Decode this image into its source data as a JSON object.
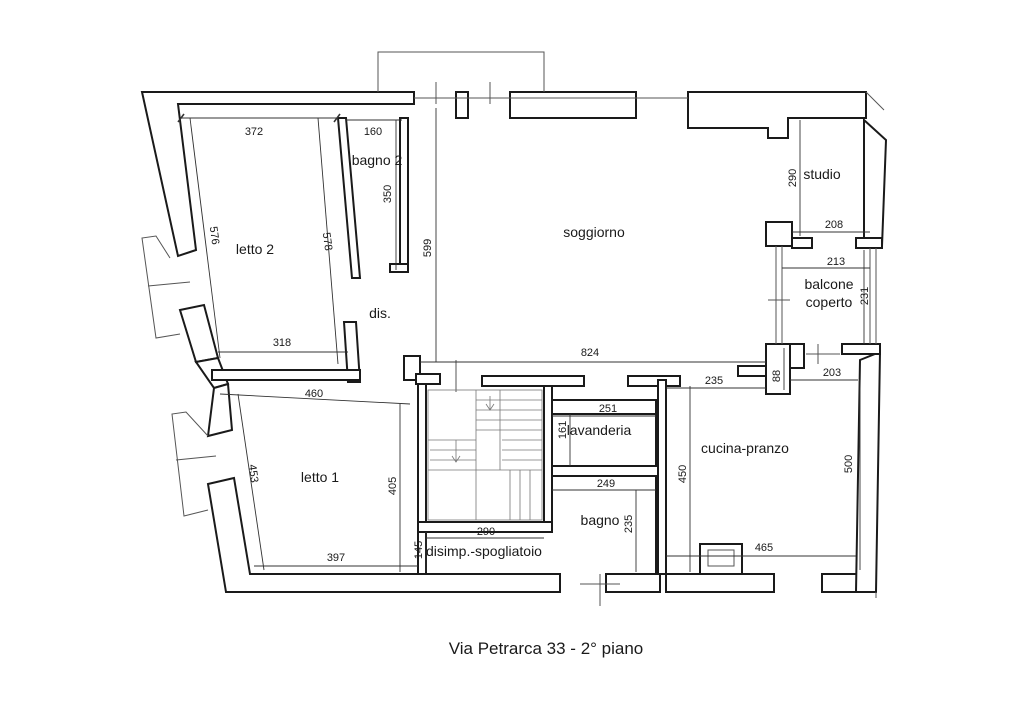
{
  "caption": "Via Petrarca 33 - 2° piano",
  "rooms": {
    "letto2": "letto 2",
    "bagno2": "bagno 2",
    "soggiorno": "soggiorno",
    "studio": "studio",
    "dis": "dis.",
    "balcone_line1": "balcone",
    "balcone_line2": "coperto",
    "lavanderia": "lavanderia",
    "cucina": "cucina-pranzo",
    "letto1": "letto 1",
    "bagno": "bagno",
    "disimp": "disimp.-spogliatoio"
  },
  "dimensions": {
    "letto2_width": "372",
    "bagno2_width": "160",
    "bagno2_depth": "350",
    "soggiorno_depth": "599",
    "letto2_left": "576",
    "letto2_right": "578",
    "letto2_bottom": "318",
    "studio_depth": "290",
    "studio_width": "208",
    "balcone_width": "213",
    "balcone_depth": "231",
    "corridor_length": "824",
    "pillar_depth": "88",
    "cucina_top_right": "203",
    "cucina_top_left": "235",
    "letto1_width": "460",
    "lavanderia_width": "251",
    "lavanderia_depth": "161",
    "letto1_depth": "405",
    "letto1_left": "453",
    "cucina_depth": "450",
    "cucina_right": "500",
    "bagno_width": "249",
    "bagno_depth": "235",
    "disimp_width": "290",
    "disimp_depth": "145",
    "letto1_bottom": "397",
    "cucina_bottom": "465"
  }
}
